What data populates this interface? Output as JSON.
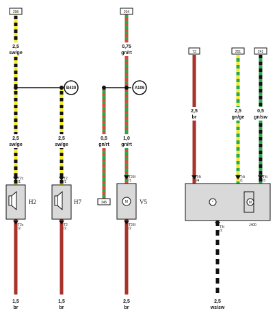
{
  "terminals": {
    "t298": "298",
    "t204": "204",
    "t73": "73",
    "t251": "251",
    "t241": "241",
    "t345": "345"
  },
  "wires": {
    "w1_top": {
      "size": "2,5",
      "color": "sw/ge"
    },
    "w1_bot": {
      "size": "2,5",
      "color": "sw/ge"
    },
    "w2": {
      "size": "2,5",
      "color": "sw/ge"
    },
    "w3": {
      "size": "0,5",
      "color": "gn/rt"
    },
    "w4_top": {
      "size": "0,75",
      "color": "gn/rt"
    },
    "w4_bot": {
      "size": "1,0",
      "color": "gn/rt"
    },
    "w5": {
      "size": "2,5",
      "color": "br"
    },
    "w6": {
      "size": "2,5",
      "color": "gn/ge"
    },
    "w7": {
      "size": "0,5",
      "color": "gn/sw"
    },
    "b1": {
      "size": "1,5",
      "color": "br"
    },
    "b2": {
      "size": "1,5",
      "color": "br"
    },
    "b3": {
      "size": "2,5",
      "color": "br"
    },
    "b4": {
      "size": "2,5",
      "color": "ws/sw"
    }
  },
  "nodes": {
    "n1": "B430",
    "n2": "A106"
  },
  "components": {
    "c1": "H2",
    "c2": "H7",
    "c3": "V5",
    "c4": "J400"
  },
  "pins": {
    "p1_top": "T2c",
    "p1_top_n": "/1",
    "p1_bot": "T2c",
    "p1_bot_n": "/2",
    "p2_top": "T2",
    "p2_top_n": "/1",
    "p2_bot": "T2",
    "p2_bot_n": "/2",
    "p3_top": "T26f",
    "p3_top_n": "/1",
    "p3_bot": "T26f",
    "p3_bot_n": "/2",
    "p5": "T4i",
    "p5_n": "/4",
    "p6": "T4i",
    "p6_n": "/1",
    "p7": "T4i",
    "p7_n": "/3",
    "p8": "T4i",
    "p8_n": "/2"
  },
  "colors": {
    "black": "#111111",
    "yellow": "#f2ea2a",
    "green": "#2aa84a",
    "red": "#d94a3a",
    "brown": "#a8332a",
    "box": "#d9d9d9"
  }
}
